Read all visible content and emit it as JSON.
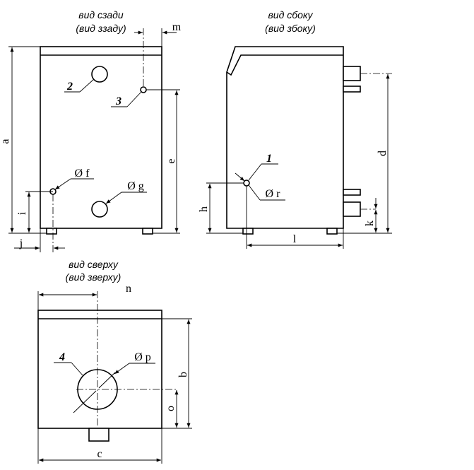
{
  "views": {
    "rear_line1": "вид сзади",
    "rear_line2": "(вид ззаду)",
    "side_line1": "вид сбоку",
    "side_line2": "(вид збоку)",
    "top_line1": "вид сверху",
    "top_line2": "(вид зверху)"
  },
  "dims": {
    "a": "a",
    "b": "b",
    "c": "c",
    "d": "d",
    "e": "e",
    "f": "Ø f",
    "g": "Ø g",
    "h": "h",
    "i": "i",
    "j": "j",
    "k": "k",
    "l": "l",
    "m": "m",
    "n": "n",
    "o": "o",
    "p": "Ø p",
    "r": "Ø r"
  },
  "callouts": {
    "c1": "1",
    "c2": "2",
    "c3": "3",
    "c4": "4"
  }
}
